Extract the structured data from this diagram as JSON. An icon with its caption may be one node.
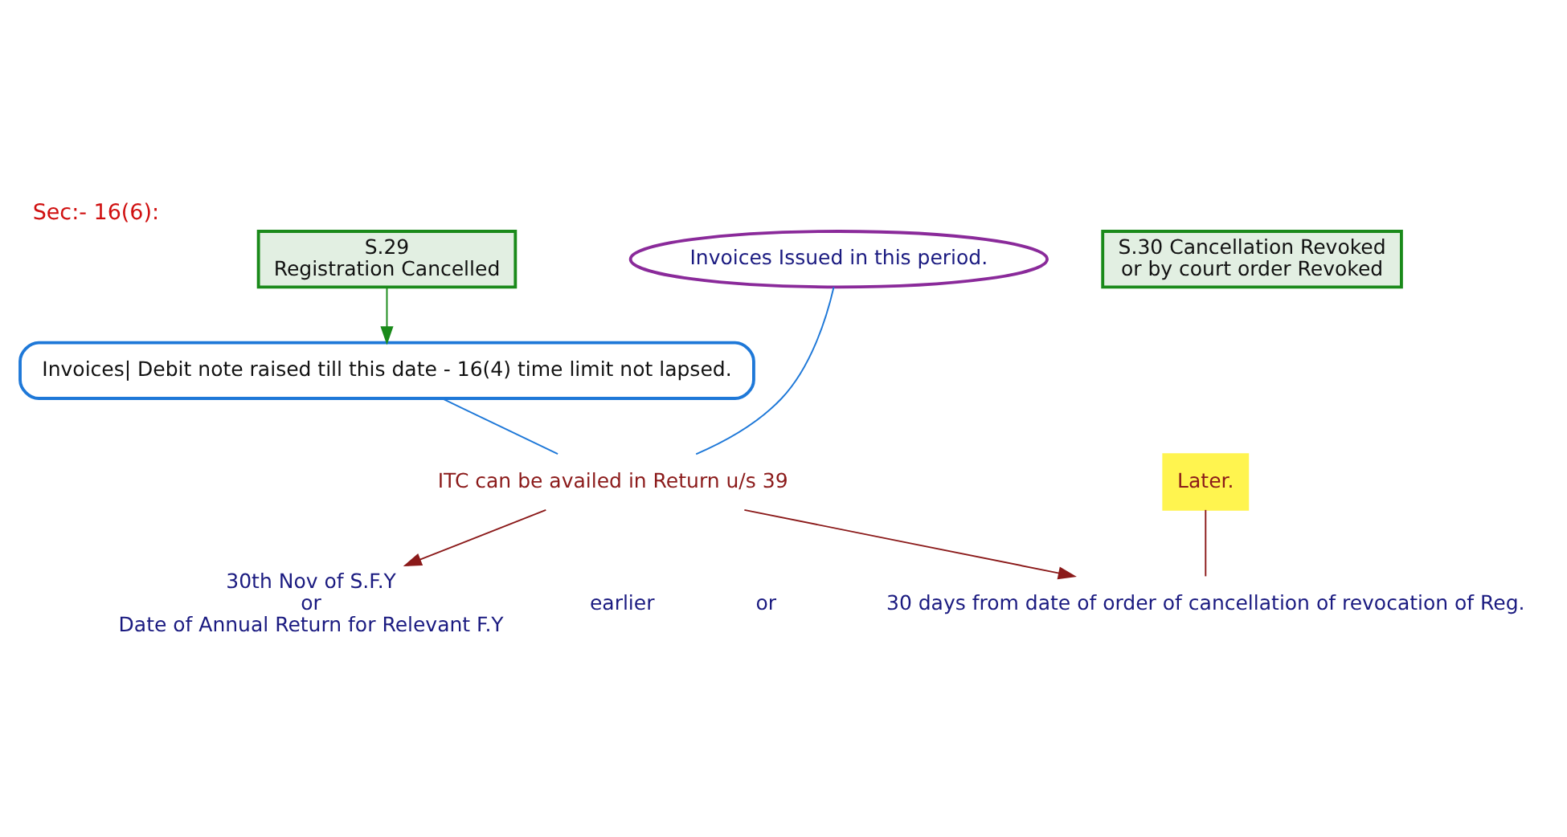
{
  "diagram": {
    "title": "Sec:- 16(6):",
    "nodes": [
      {
        "text": [
          "S.29",
          "Registration Cancelled"
        ]
      },
      {
        "text": [
          "Invoices Issued in this period."
        ]
      },
      {
        "text": [
          "S.30 Cancellation Revoked",
          "or by court order Revoked"
        ]
      },
      {
        "text": [
          "Invoices| Debit note raised till this date - 16(4) time limit not lapsed."
        ]
      },
      {
        "text": [
          "ITC can be availed in Return u/s 39"
        ]
      },
      {
        "text": [
          "30th Nov of S.F.Y",
          "or",
          "Date of Annual Return for Relevant F.Y"
        ]
      },
      {
        "text": [
          "30 days from date of order of cancellation of revocation of Reg."
        ]
      },
      {
        "text": [
          "Later."
        ]
      }
    ],
    "edges": [
      {
        "from": 0,
        "to": 3,
        "arrow": "to",
        "color": "#1a8a1a"
      },
      {
        "from": 1,
        "to": 4,
        "arrow": "none",
        "color": "#1e78d8"
      },
      {
        "from": 3,
        "to": 4,
        "arrow": "none",
        "color": "#1e78d8"
      },
      {
        "from": 4,
        "to": 5,
        "arrow": "to",
        "color": "#8b1a1a"
      },
      {
        "from": 4,
        "to": 6,
        "arrow": "to",
        "color": "#8b1a1a"
      },
      {
        "from": 7,
        "to": 6,
        "arrow": "none",
        "color": "#8b1a1a"
      }
    ],
    "labels": [
      "earlier",
      "or"
    ]
  }
}
